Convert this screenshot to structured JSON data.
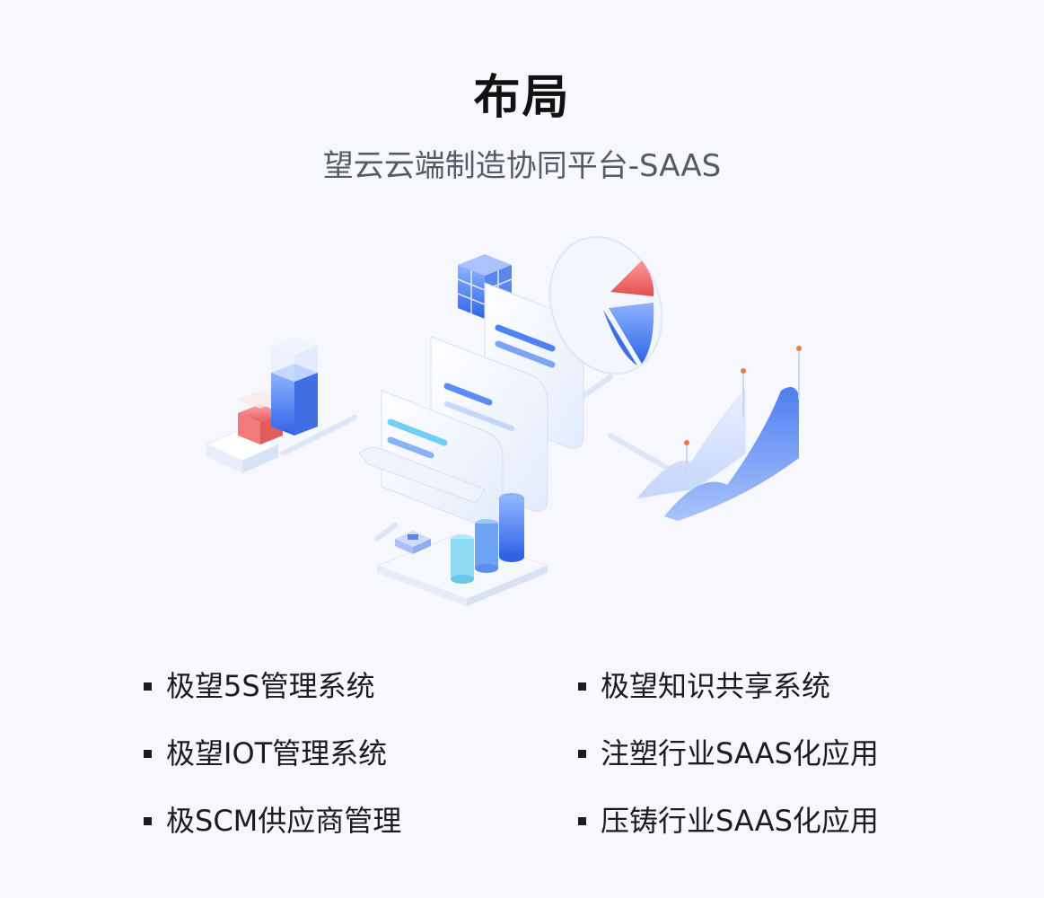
{
  "header": {
    "title": "布局",
    "subtitle": "望云云端制造协同平台-SAAS"
  },
  "features": {
    "left": [
      "极望5S管理系统",
      "极望IOT管理系统",
      "极SCM供应商管理"
    ],
    "right": [
      "极望知识共享系统",
      "注塑行业SAAS化应用",
      "压铸行业SAAS化应用"
    ]
  },
  "colors": {
    "background": "#f6f8fd",
    "accent_blue": "#3d7bf0",
    "accent_red": "#f06a6a",
    "text": "#1c1c1c",
    "subtitle": "#555a63"
  }
}
